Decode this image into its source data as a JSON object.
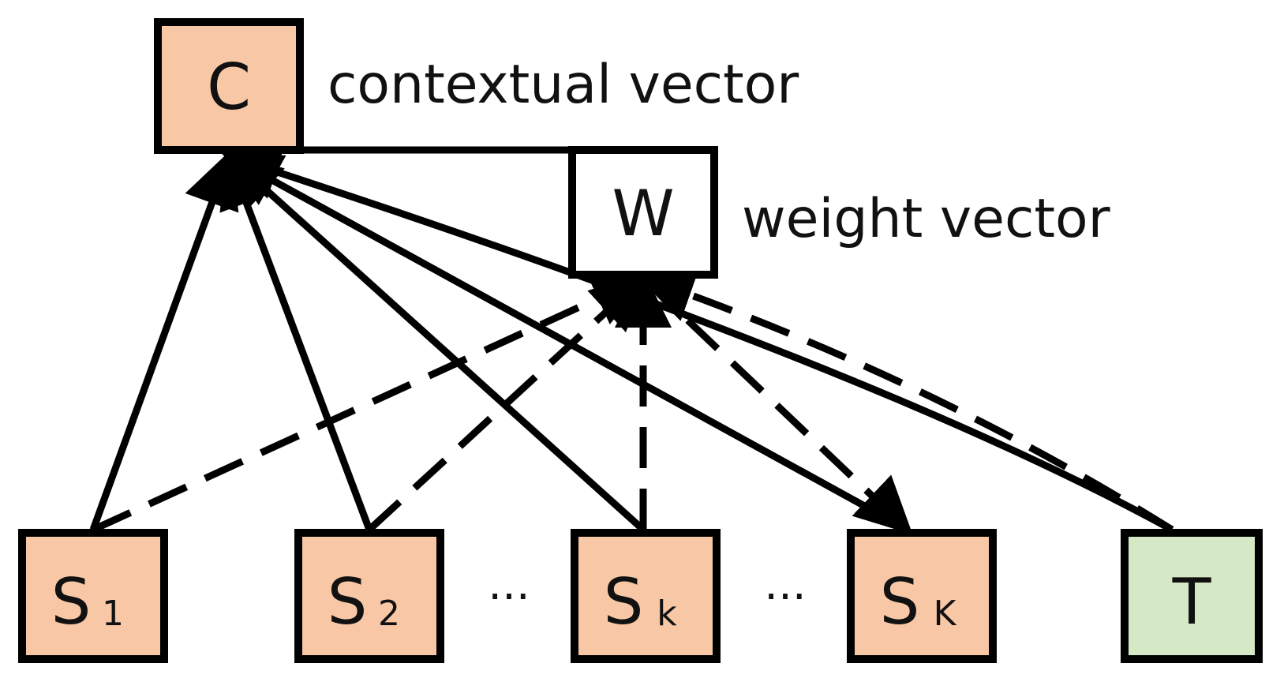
{
  "nodes": {
    "context": {
      "label": "C",
      "sub": "",
      "caption": "contextual vector",
      "fill": "#f8c8a6"
    },
    "weight": {
      "label": "W",
      "sub": "",
      "caption": "weight vector",
      "fill": "#ffffff"
    },
    "s1": {
      "label": "S",
      "sub": "1",
      "fill": "#f8c8a6"
    },
    "s2": {
      "label": "S",
      "sub": "2",
      "fill": "#f8c8a6"
    },
    "sk": {
      "label": "S",
      "sub": "k",
      "fill": "#f8c8a6"
    },
    "sK": {
      "label": "S",
      "sub": "K",
      "fill": "#f8c8a6"
    },
    "target": {
      "label": "T",
      "sub": "",
      "fill": "#d6e9c6"
    }
  },
  "ellipses": [
    "···",
    "···"
  ],
  "edges": [
    {
      "from": "s1",
      "to": "context",
      "style": "solid",
      "arrow": true
    },
    {
      "from": "s2",
      "to": "context",
      "style": "solid",
      "arrow": true
    },
    {
      "from": "sk",
      "to": "context",
      "style": "solid",
      "arrow": true
    },
    {
      "from": "sK",
      "to": "context",
      "style": "solid",
      "arrow": true
    },
    {
      "from": "target",
      "to": "context",
      "style": "solid",
      "arrow": true
    },
    {
      "from": "context",
      "to": "weight",
      "style": "solid",
      "arrow": false
    },
    {
      "from": "s1",
      "to": "weight",
      "style": "dashed",
      "arrow": true
    },
    {
      "from": "s2",
      "to": "weight",
      "style": "dashed",
      "arrow": true
    },
    {
      "from": "sk",
      "to": "weight",
      "style": "dashed",
      "arrow": true
    },
    {
      "from": "weight",
      "to": "sK",
      "style": "dashed",
      "arrow": true
    },
    {
      "from": "target",
      "to": "weight",
      "style": "dashed",
      "arrow": true
    }
  ]
}
